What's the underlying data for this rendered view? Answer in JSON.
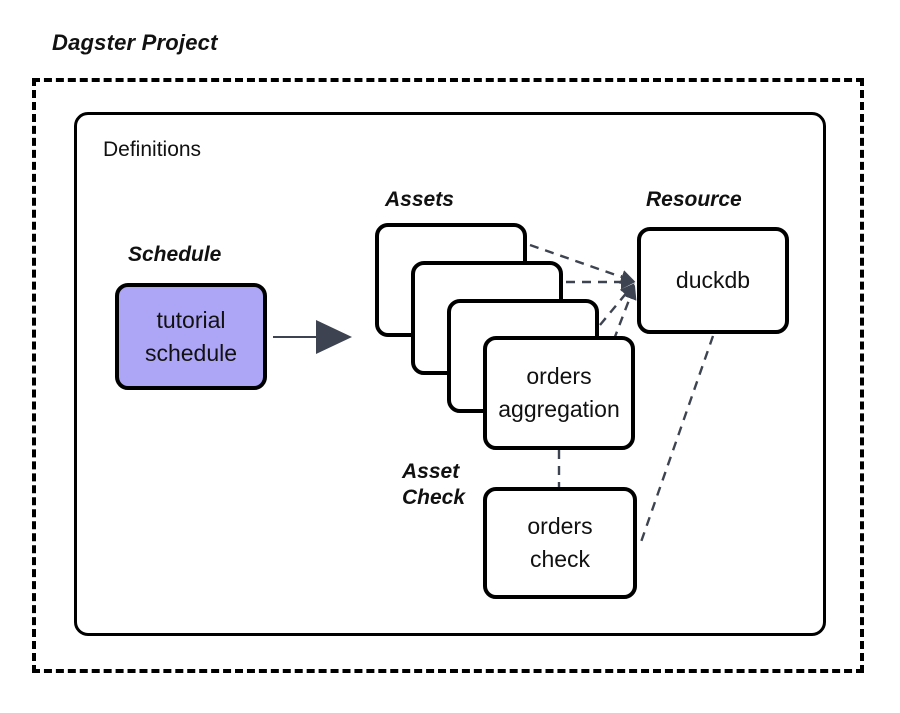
{
  "diagram": {
    "title": "Dagster Project",
    "container_label": "Definitions",
    "groups": {
      "schedule": "Schedule",
      "assets": "Assets",
      "resource": "Resource",
      "asset_check_line1": "Asset",
      "asset_check_line2": "Check"
    },
    "nodes": {
      "schedule": {
        "line1": "tutorial",
        "line2": "schedule"
      },
      "asset_top": {
        "line1": "orders",
        "line2": "aggregation"
      },
      "resource": {
        "line1": "duckdb"
      },
      "asset_check": {
        "line1": "orders",
        "line2": "check"
      }
    },
    "colors": {
      "schedule_fill": "#ada5f5",
      "node_stroke": "#000000",
      "node_fill": "#ffffff",
      "arrow": "#3d4350",
      "dashed_edge": "#3d4350",
      "background": "#ffffff",
      "text": "#111111"
    },
    "edges": [
      {
        "from": "tutorial schedule",
        "to": "assets",
        "style": "solid-arrow"
      },
      {
        "from": "asset-card-1",
        "to": "duckdb",
        "style": "dashed"
      },
      {
        "from": "asset-card-2",
        "to": "duckdb",
        "style": "dashed"
      },
      {
        "from": "asset-card-3",
        "to": "duckdb",
        "style": "dashed"
      },
      {
        "from": "orders aggregation",
        "to": "duckdb",
        "style": "dashed"
      },
      {
        "from": "orders aggregation",
        "to": "orders check",
        "style": "dashed"
      },
      {
        "from": "duckdb",
        "to": "orders check",
        "style": "dashed"
      }
    ]
  }
}
